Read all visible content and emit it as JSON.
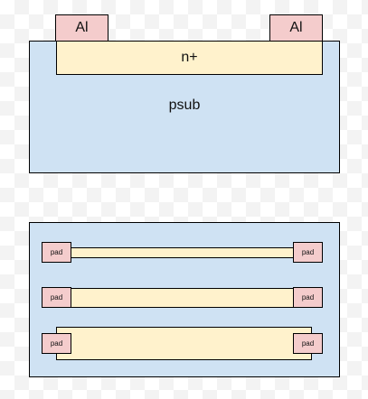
{
  "cross_section": {
    "substrate_label": "psub",
    "diffusion_label": "n+",
    "contact_left_label": "Al",
    "contact_right_label": "Al"
  },
  "layout_view": {
    "pad_label": "pad"
  },
  "colors": {
    "substrate": "#cfe2f3",
    "diffusion": "#fff2cc",
    "metal": "#f4cccc"
  }
}
